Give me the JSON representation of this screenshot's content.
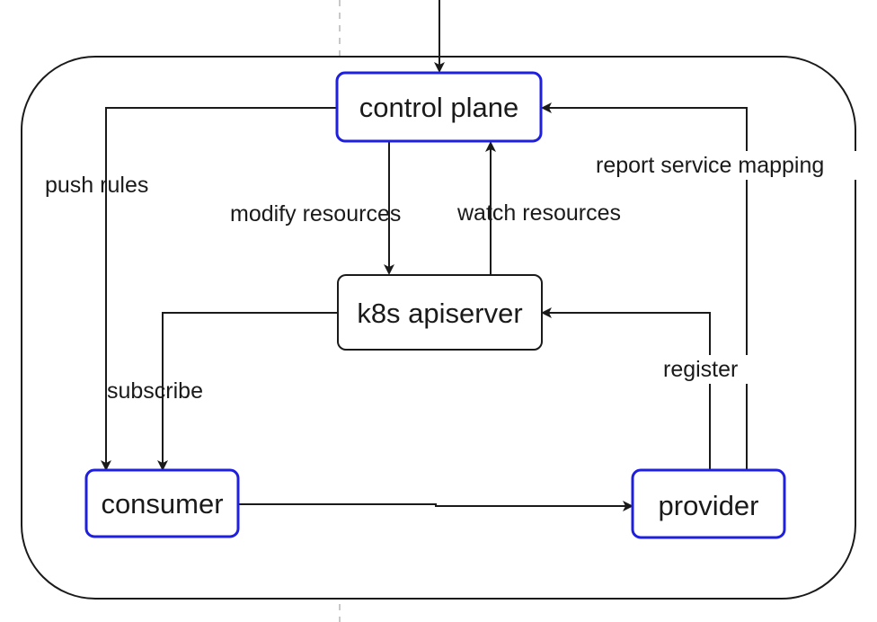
{
  "nodes": {
    "control_plane": "control plane",
    "apiserver": "k8s apiserver",
    "consumer": "consumer",
    "provider": "provider"
  },
  "edges": {
    "push_rules": "push rules",
    "modify_resources": "modify resources",
    "watch_resources": "watch resources",
    "report_service_mapping": "report service mapping",
    "subscribe": "subscribe",
    "register": "register"
  },
  "colors": {
    "highlight_border": "#1f1fe0",
    "default_border": "#1a1a1a",
    "line": "#1a1a1a",
    "divider": "#c8c8c8"
  }
}
